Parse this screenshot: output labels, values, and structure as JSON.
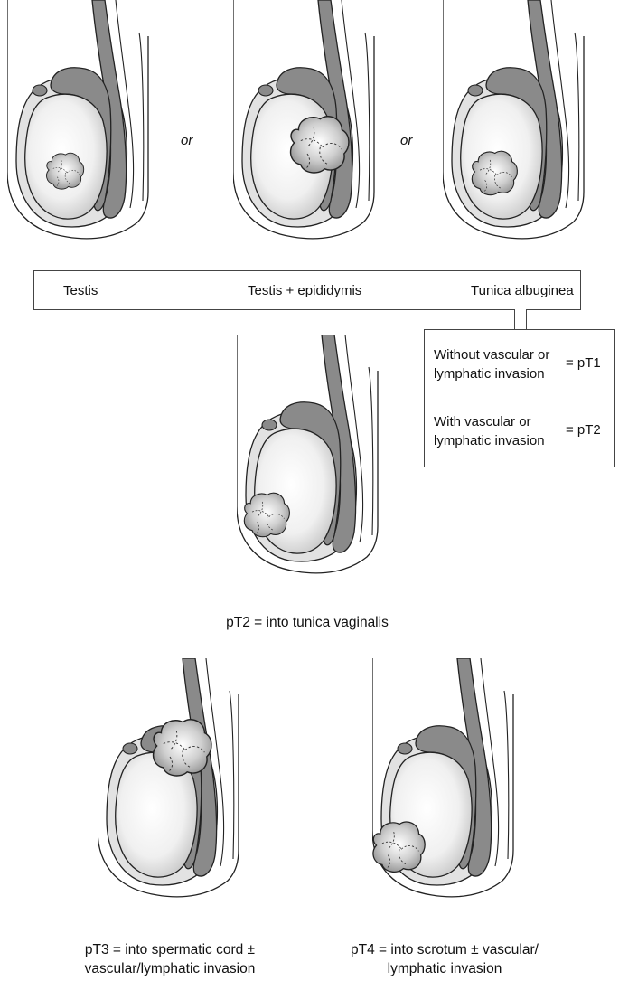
{
  "connectors": {
    "top_row": "or"
  },
  "sites": [
    "Testis",
    "Testis + epididymis",
    "Tunica albuginea"
  ],
  "invasion": [
    {
      "text": "Without vascular or lymphatic invasion",
      "stage": "= pT1"
    },
    {
      "text": "With vascular or lymphatic invasion",
      "stage": "= pT2"
    }
  ],
  "captions": {
    "pT2": "pT2 = into tunica vaginalis",
    "pT3_line1": "pT3 = into spermatic cord ±",
    "pT3_line2": "vascular/lymphatic invasion",
    "pT4_line1": "pT4 = into scrotum ± vascular/",
    "pT4_line2": "lymphatic invasion"
  },
  "colors": {
    "outline": "#222222",
    "skin": "#ffffff",
    "tunica": "#e6e6e6",
    "epididymis": "#8a8a8a",
    "testis": "#f2f2f2",
    "tumor": "#bdbdbd"
  }
}
